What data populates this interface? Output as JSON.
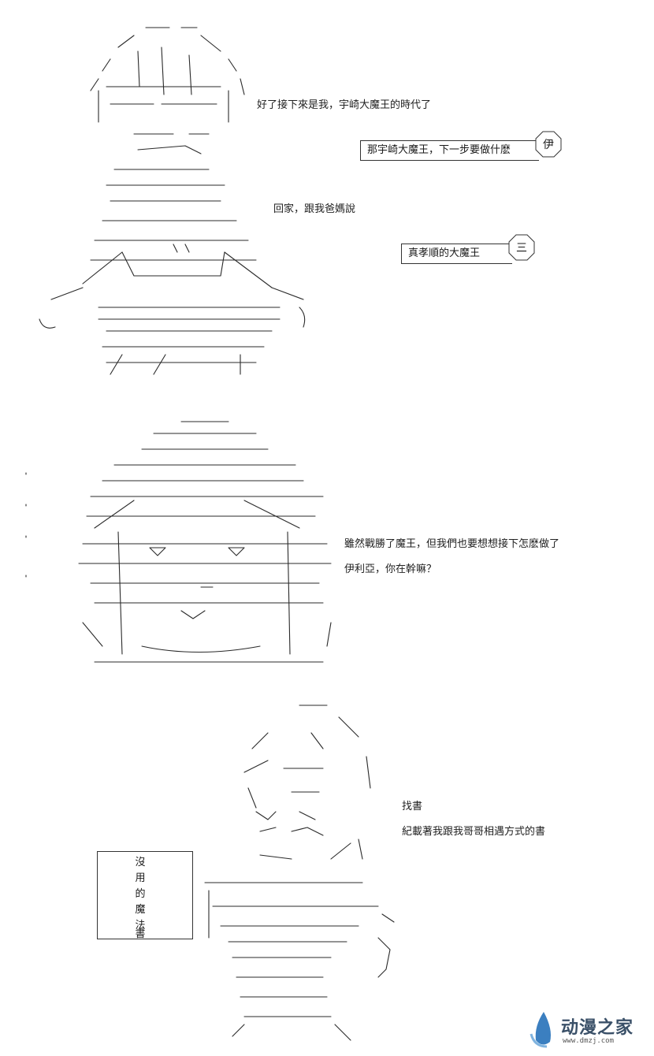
{
  "panel1": {
    "narration": "好了接下來是我，宇崎大魔王的時代了",
    "speech_left": "回家，跟我爸媽說",
    "bubble_top": "那宇崎大魔王，下一步要做什麽",
    "bubble_top_tag": "伊",
    "bubble_bottom": "真孝順的大魔王",
    "bubble_bottom_tag": "三"
  },
  "panel2": {
    "speech_line1": "雖然戰勝了魔王，但我們也要想想接下怎麽做了",
    "speech_line2": "伊利亞，你在幹嘛？"
  },
  "panel3": {
    "speech_line1": "找書",
    "speech_line2": "紀載著我跟我哥哥相遇方式的書",
    "book_chars": [
      "沒",
      "用",
      "的",
      "魔",
      "法",
      "書"
    ]
  },
  "watermark": {
    "title": "动漫之家",
    "url": "www.dmzj.com"
  }
}
